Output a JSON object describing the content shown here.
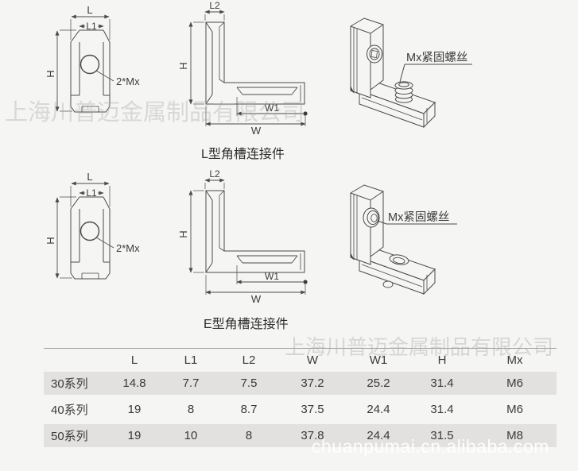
{
  "watermarks": {
    "company_top": "上海川普迈金属制品有限公司",
    "company_table": "上海川普迈金属制品有限公司",
    "site_url": "chuanpumai.cn.alibaba.com"
  },
  "drawings": {
    "l_type": {
      "caption": "L型角槽连接件",
      "labels": {
        "L": "L",
        "L1": "L1",
        "H": "H",
        "mx2": "2*Mx",
        "L2": "L2",
        "W1": "W1",
        "W": "W",
        "screw": "Mx紧固螺丝"
      }
    },
    "e_type": {
      "caption": "E型角槽连接件",
      "labels": {
        "L": "L",
        "L1": "L1",
        "H": "H",
        "mx2": "2*Mx",
        "L2": "L2",
        "W1": "W1",
        "W": "W",
        "screw": "Mx紧固螺丝"
      }
    }
  },
  "table": {
    "columns": [
      "",
      "L",
      "L1",
      "L2",
      "W",
      "W1",
      "H",
      "Mx"
    ],
    "rows": [
      {
        "cells": [
          "30系列",
          "14.8",
          "7.7",
          "7.5",
          "37.2",
          "25.2",
          "31.4",
          "M6"
        ]
      },
      {
        "cells": [
          "40系列",
          "19",
          "8",
          "8.7",
          "37.5",
          "24.4",
          "31.4",
          "M6"
        ]
      },
      {
        "cells": [
          "50系列",
          "19",
          "10",
          "8",
          "37.8",
          "24.4",
          "31.5",
          "M8"
        ]
      }
    ]
  }
}
